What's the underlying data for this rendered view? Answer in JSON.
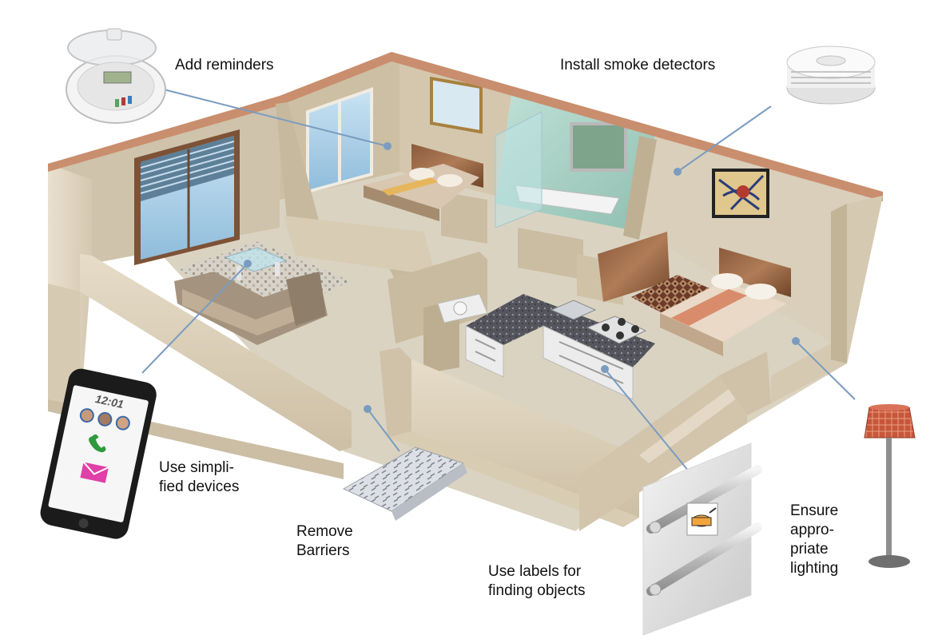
{
  "labels": {
    "reminders": "Add reminders",
    "smoke": "Install smoke detectors",
    "devices": "Use simpli-\nfied devices",
    "barriers": "Remove\nBarriers",
    "finding": "Use labels for\nfinding objects",
    "lighting": "Ensure\nappro-\npriate\nlighting"
  },
  "phone": {
    "time": "12:01"
  },
  "colors": {
    "wall_top": "#c98e6e",
    "wall_face": "#d8cdb8",
    "floor": "#d9d1bf",
    "leader_line": "#7a9cc0",
    "window_glass": "#a9cde6",
    "kitchen_counter": "#4a4a52",
    "lamp_shade": "#c8563b"
  }
}
